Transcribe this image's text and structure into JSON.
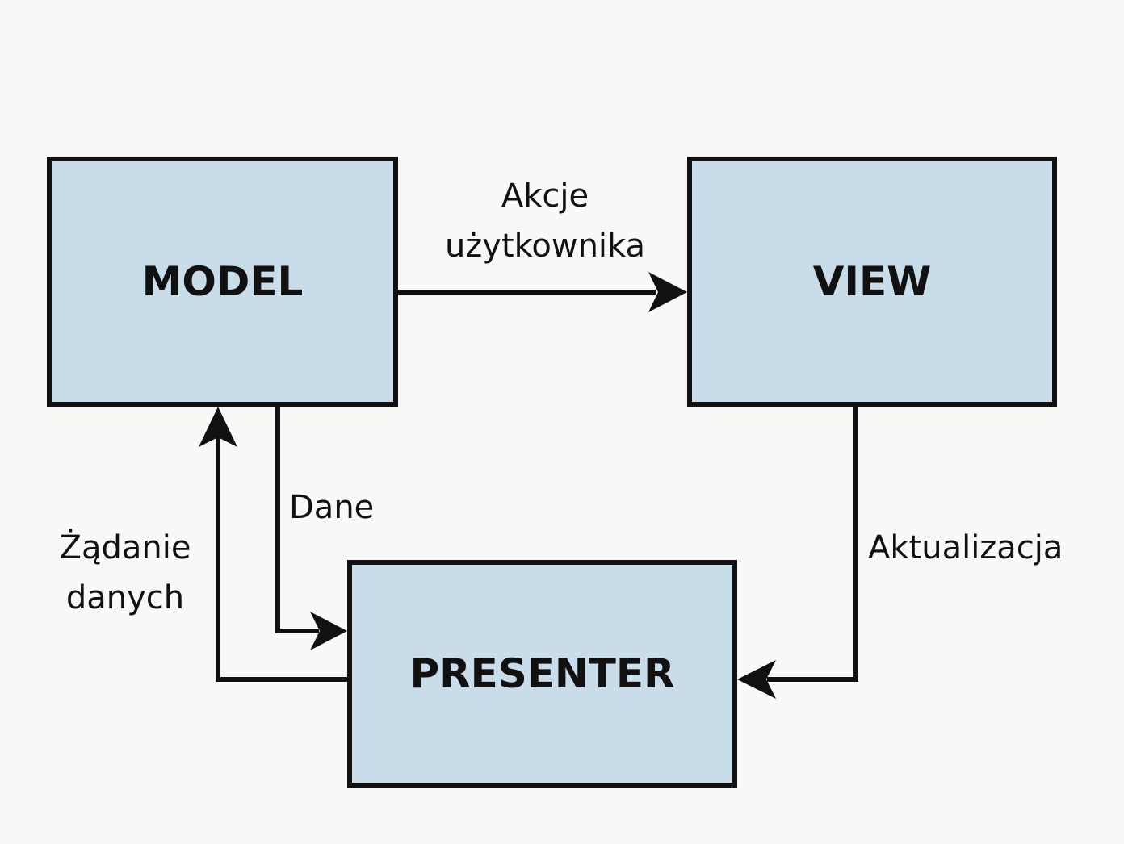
{
  "diagram": {
    "nodes": {
      "model": {
        "label": "MODEL"
      },
      "view": {
        "label": "VIEW"
      },
      "presenter": {
        "label": "PRESENTER"
      }
    },
    "edges": {
      "model_to_view": {
        "label_line1": "Akcje",
        "label_line2": "użytkownika"
      },
      "model_to_presenter": {
        "label": "Dane"
      },
      "presenter_to_model": {
        "label_line1": "Żądanie",
        "label_line2": "danych"
      },
      "view_to_presenter": {
        "label": "Aktualizacja"
      }
    },
    "colors": {
      "box_fill": "#c9dce9",
      "stroke": "#111111",
      "background": "#f8f8f6"
    }
  }
}
